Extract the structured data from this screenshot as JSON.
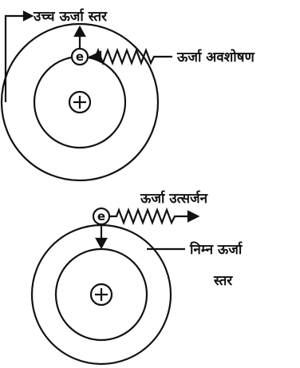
{
  "diagram": {
    "absorption": {
      "label_high_level": "उच्च ऊर्जा स्तर",
      "label_absorption": "ऊर्जा अवशोषण",
      "electron_symbol": "e",
      "nucleus_symbol": "+"
    },
    "emission": {
      "label_emission": "ऊर्जा उत्सर्जन",
      "label_low_level_line1": "निम्न ऊर्जा",
      "label_low_level_line2": "स्तर",
      "electron_symbol": "e",
      "nucleus_symbol": "+"
    },
    "colors": {
      "ink": "#111111",
      "background": "#ffffff"
    }
  }
}
